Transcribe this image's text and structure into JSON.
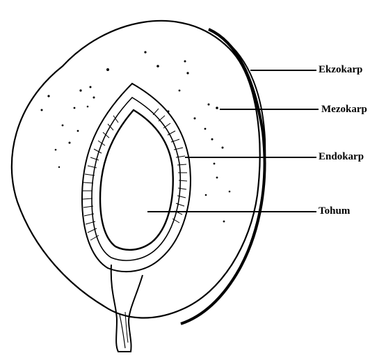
{
  "figure": {
    "labels": {
      "exocarp": "Ekzokarp",
      "mesocarp": "Mezokarp",
      "endocarp": "Endokarp",
      "seed": "Tohum"
    }
  },
  "colors": {
    "ink": "#000000",
    "background": "#ffffff"
  }
}
